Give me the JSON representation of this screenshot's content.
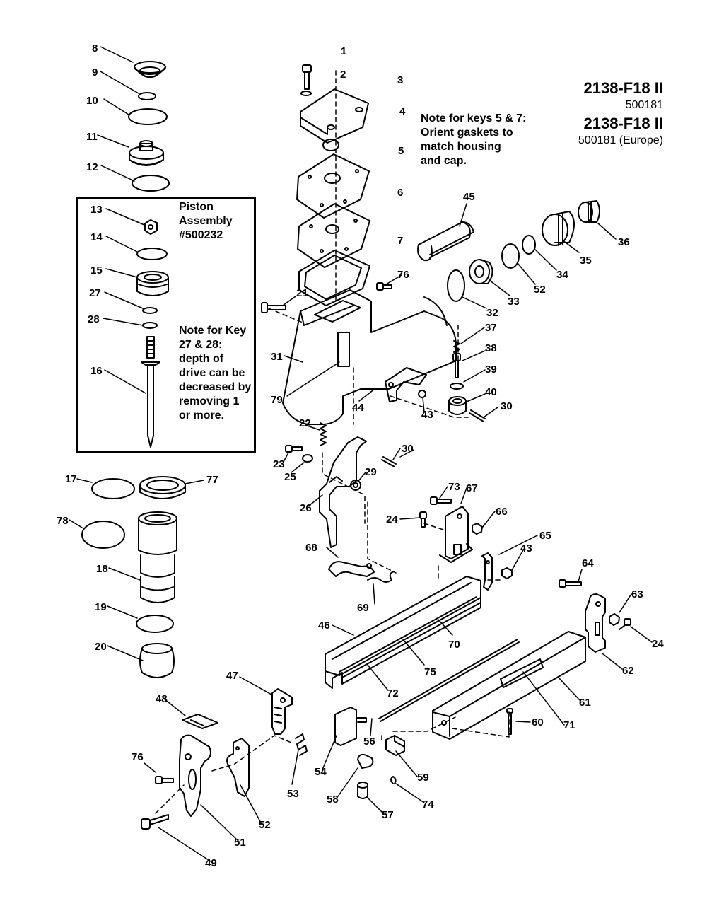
{
  "title": {
    "model_1": "2138-F18 II",
    "code_1": "500181",
    "model_2": "2138-F18 II",
    "code_2": "500181 (Europe)"
  },
  "notes": {
    "gaskets": "Note for keys 5 & 7:\nOrient gaskets to\nmatch housing\nand cap.",
    "piston_assembly": "Piston\nAssembly\n#500232",
    "depth": "Note for Key\n27 & 28:\ndepth of\ndrive can be\ndecreased by\nremoving 1\nor more."
  },
  "callouts": [
    "1",
    "2",
    "3",
    "4",
    "5",
    "6",
    "7",
    "8",
    "9",
    "10",
    "11",
    "12",
    "13",
    "14",
    "15",
    "27",
    "28",
    "16",
    "17",
    "77",
    "78",
    "18",
    "19",
    "20",
    "21",
    "31",
    "79",
    "22",
    "23",
    "25",
    "29",
    "30",
    "26",
    "44",
    "43",
    "45",
    "36",
    "35",
    "34",
    "33",
    "52",
    "32",
    "76",
    "37",
    "38",
    "39",
    "40",
    "30",
    "73",
    "67",
    "24",
    "66",
    "65",
    "43",
    "68",
    "69",
    "70",
    "46",
    "75",
    "72",
    "64",
    "63",
    "24",
    "62",
    "61",
    "71",
    "60",
    "47",
    "48",
    "53",
    "76",
    "52",
    "51",
    "49",
    "54",
    "56",
    "59",
    "58",
    "57",
    "74"
  ],
  "colors": {
    "ink": "#000000",
    "paper": "#ffffff"
  }
}
